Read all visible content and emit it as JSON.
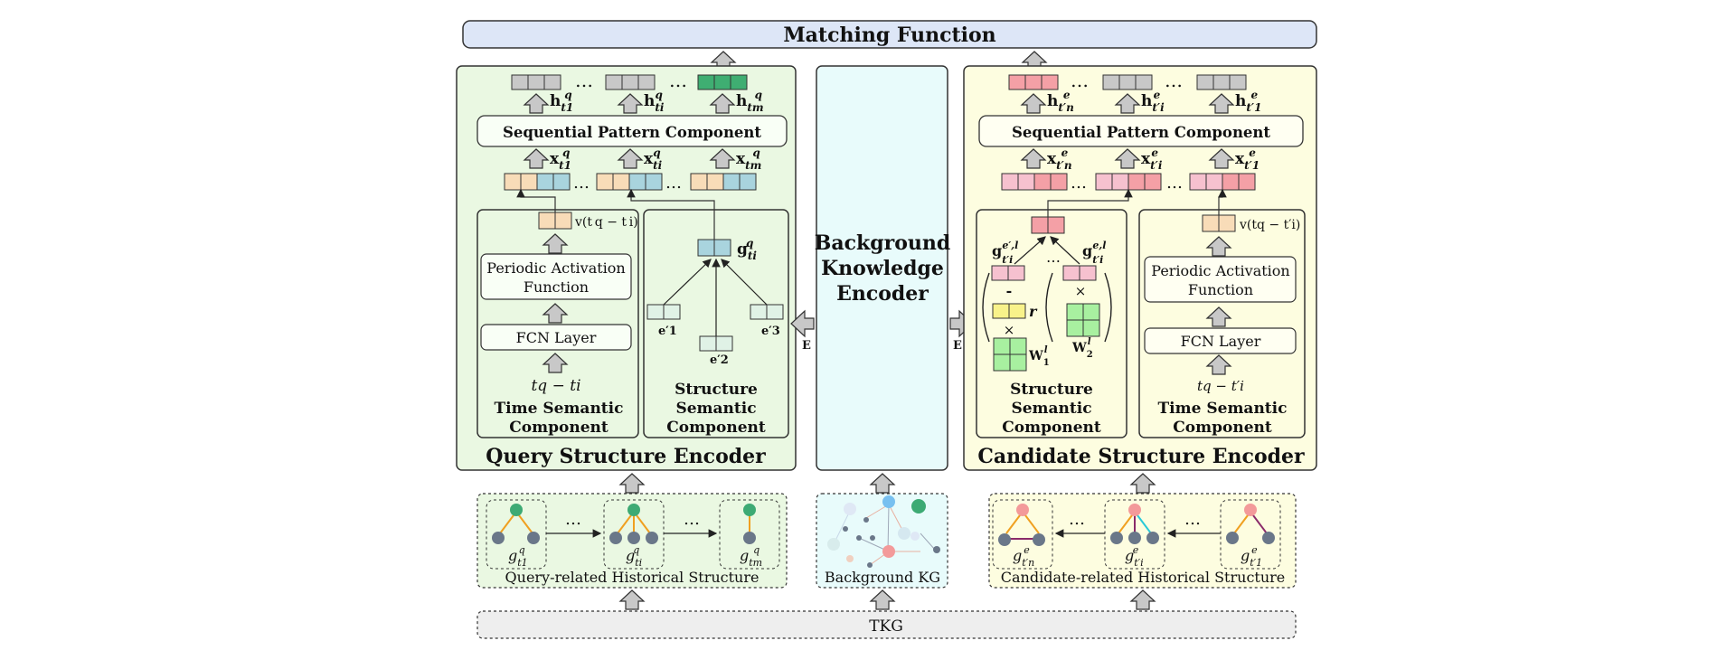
{
  "top": {
    "matching_function": "Matching Function",
    "tkg": "TKG"
  },
  "query": {
    "encoder_title": "Query Structure Encoder",
    "spc": "Sequential Pattern Component",
    "h_labels": [
      {
        "b": "h",
        "s": "t1",
        "p": "q"
      },
      {
        "b": "h",
        "s": "ti",
        "p": "q"
      },
      {
        "b": "h",
        "s": "tm",
        "p": "q"
      }
    ],
    "x_labels": [
      {
        "b": "x",
        "s": "t1",
        "p": "q"
      },
      {
        "b": "x",
        "s": "ti",
        "p": "q"
      },
      {
        "b": "x",
        "s": "tm",
        "p": "q"
      }
    ],
    "time": {
      "v_label": "v(t q − t i)",
      "periodic_1": "Periodic Activation",
      "periodic_2": "Function",
      "fcn": "FCN Layer",
      "input": "tq − ti",
      "title_1": "Time Semantic",
      "title_2": "Component"
    },
    "structure": {
      "g_label": "g",
      "g_sub": "ti",
      "g_sup": "q",
      "e1": "e′1",
      "e2": "e′2",
      "e3": "e′3",
      "title_1": "Structure",
      "title_2": "Semantic",
      "title_3": "Component"
    },
    "hist_label": "Query-related Historical Structure",
    "hist_g": [
      "g",
      "g",
      "g"
    ],
    "hist_sub": [
      "t1",
      "ti",
      "tm"
    ],
    "hist_sup": [
      "q",
      "q",
      "q"
    ]
  },
  "background": {
    "title_1": "Background",
    "title_2": "Knowledge",
    "title_3": "Encoder",
    "kg_label": "Background KG",
    "e_left": "E",
    "e_right": "E"
  },
  "candidate": {
    "encoder_title": "Candidate Structure Encoder",
    "spc": "Sequential Pattern Component",
    "h_labels": [
      {
        "b": "h",
        "s": "t′n",
        "p": "e"
      },
      {
        "b": "h",
        "s": "t′i",
        "p": "e"
      },
      {
        "b": "h",
        "s": "t′1",
        "p": "e"
      }
    ],
    "x_labels": [
      {
        "b": "x",
        "s": "t′n",
        "p": "e"
      },
      {
        "b": "x",
        "s": "t′i",
        "p": "e"
      },
      {
        "b": "x",
        "s": "t′1",
        "p": "e"
      }
    ],
    "structure": {
      "g_left": "g",
      "g_left_sup": "e′,l",
      "g_left_sub": "t′i",
      "g_right": "g",
      "g_right_sup": "e,l",
      "g_right_sub": "t′i",
      "minus": "-",
      "times_1": "×",
      "times_2": "×",
      "r": "r",
      "w1": "W",
      "w1_sup": "l",
      "w1_sub": "1",
      "w2": "W",
      "w2_sup": "l",
      "w2_sub": "2",
      "title_1": "Structure",
      "title_2": "Semantic",
      "title_3": "Component"
    },
    "time": {
      "v_label": "v(tq − t′i)",
      "periodic_1": "Periodic Activation",
      "periodic_2": "Function",
      "fcn": "FCN Layer",
      "input": "tq − t′i",
      "title_1": "Time Semantic",
      "title_2": "Component"
    },
    "hist_label": "Candidate-related Historical Structure",
    "hist_g": [
      "g",
      "g",
      "g"
    ],
    "hist_sub": [
      "t′n",
      "t′i",
      "t′1"
    ],
    "hist_sup": [
      "e",
      "e",
      "e"
    ]
  },
  "ellipsis": "…",
  "colors": {
    "query_panel": "#eaf8e2",
    "bg_panel": "#e8fbfb",
    "cand_panel": "#fdfde0",
    "match_bar": "#dde6f7",
    "tkg_bar": "#eeeeee",
    "gray_cell": "#c8c8c8",
    "green_cell": "#3fae72",
    "peach_cell": "#f8dcb8",
    "blue_cell": "#a9d4de",
    "pink_cell": "#f6c1cf",
    "red_cell": "#f4a0a6",
    "node_green": "#3daa74",
    "node_gray": "#6a7789",
    "node_pink": "#f39a9a",
    "edge_orange": "#f0a020"
  }
}
